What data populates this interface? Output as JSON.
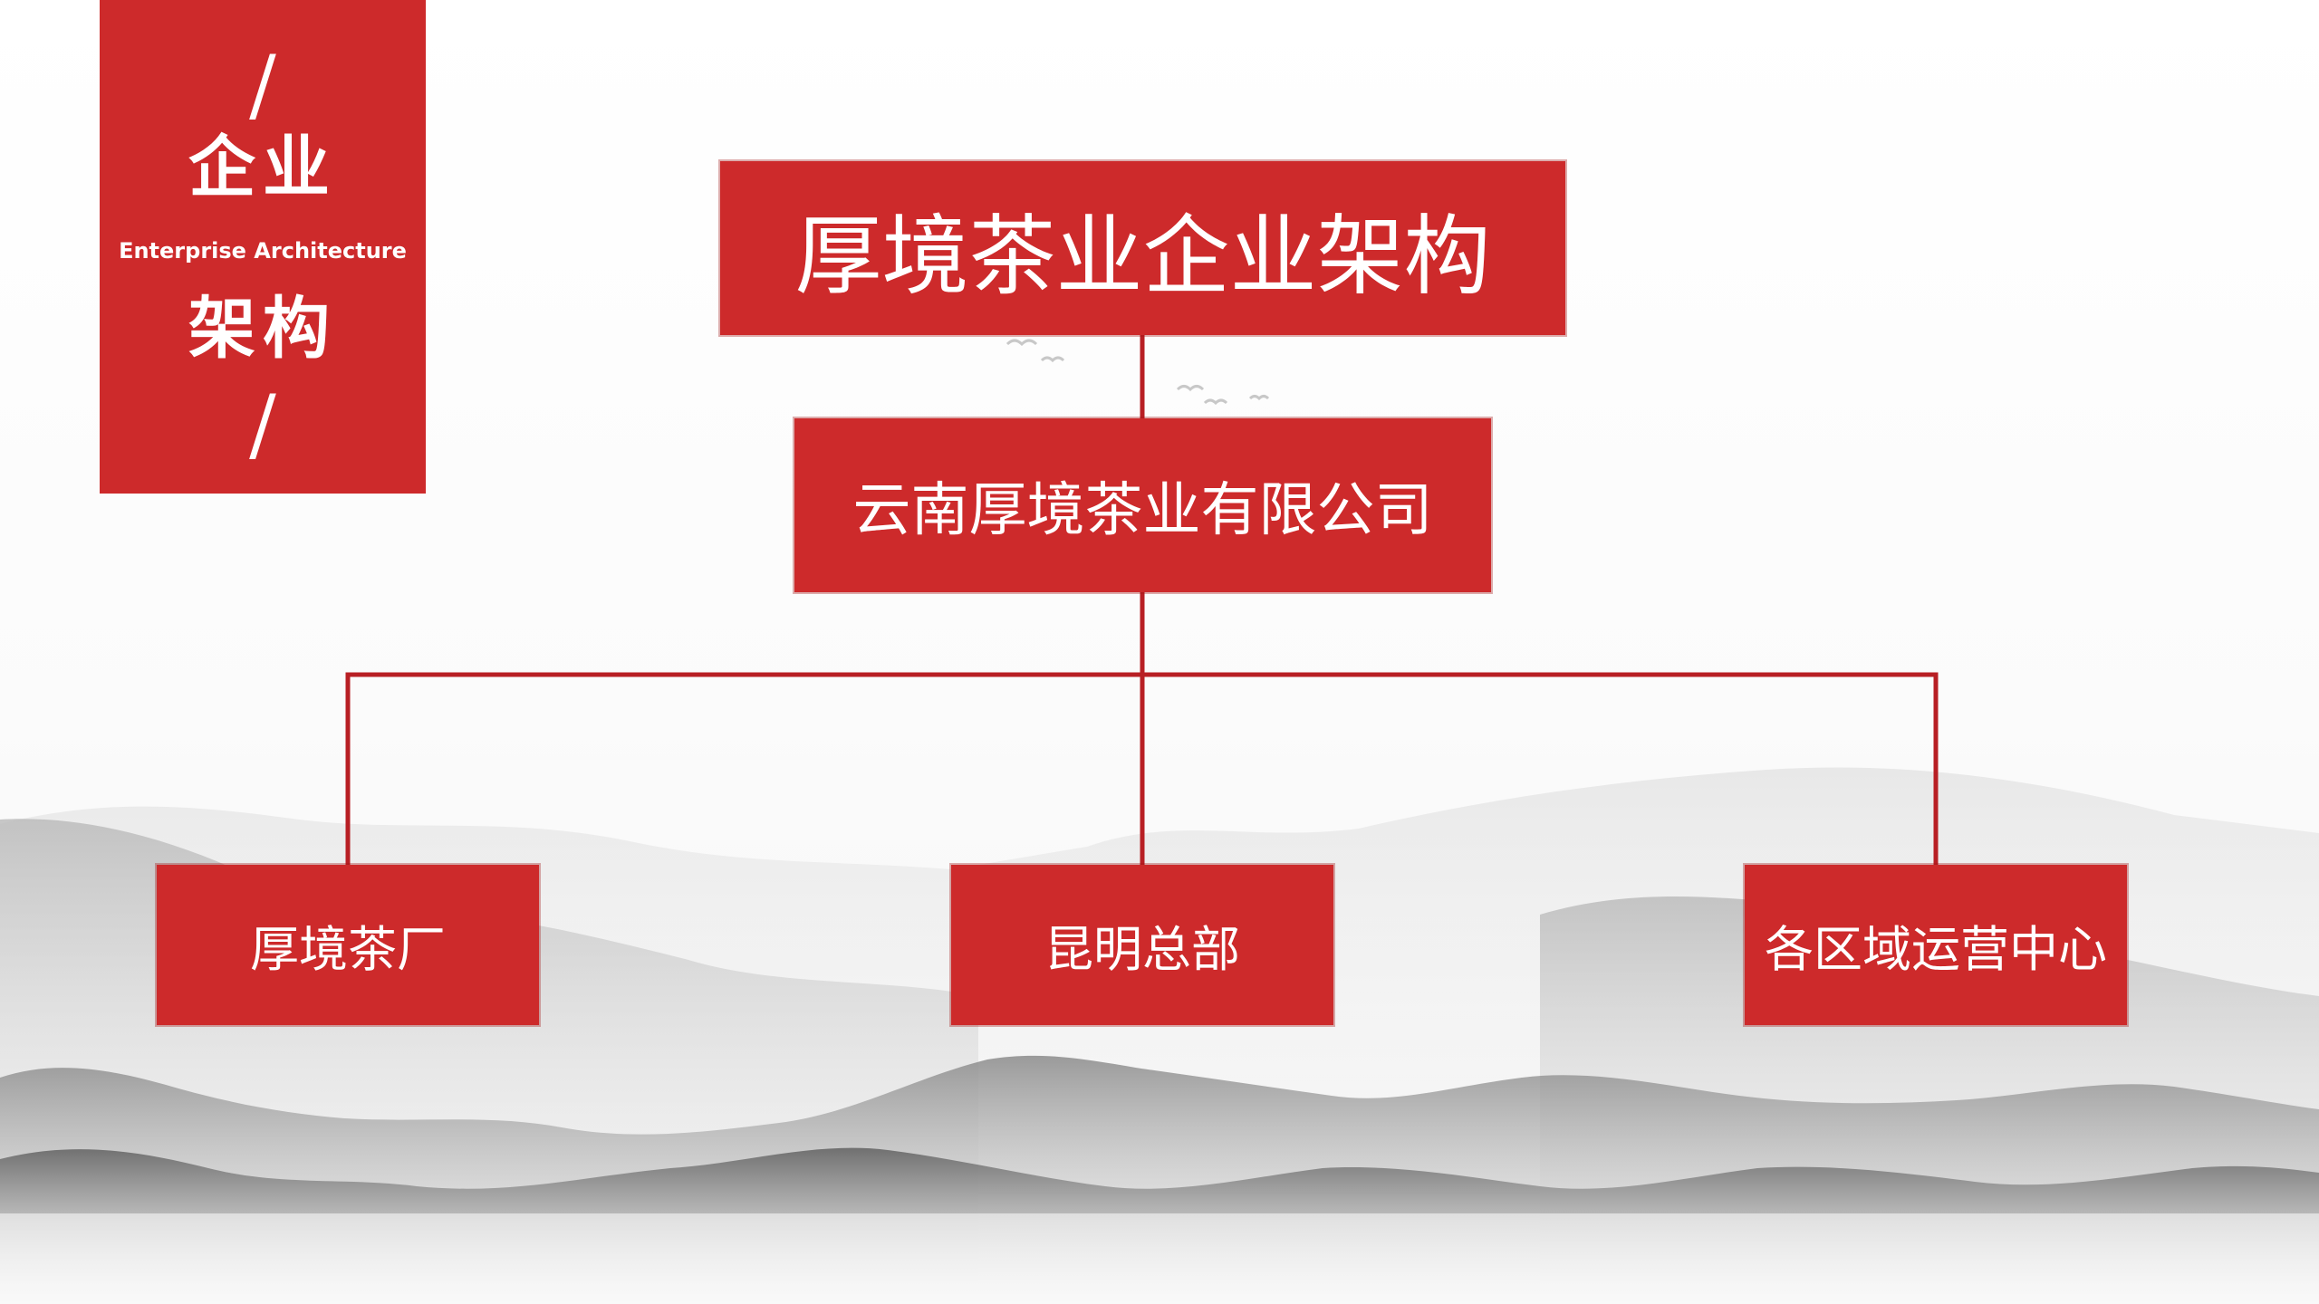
{
  "side_panel": {
    "slash_top": "/",
    "title_line1": "企业",
    "subtitle_en": "Enterprise Architecture",
    "title_line2": "架构",
    "slash_bottom": "/"
  },
  "org_chart": {
    "root": {
      "label": "厚境茶业企业架构"
    },
    "company": {
      "label": "云南厚境茶业有限公司"
    },
    "branches": [
      {
        "label": "厚境茶厂"
      },
      {
        "label": "昆明总部"
      },
      {
        "label": "各区域运营中心"
      }
    ]
  },
  "colors": {
    "accent_red": "#cd2a2b",
    "text_white": "#ffffff",
    "connector": "#b81f24"
  }
}
